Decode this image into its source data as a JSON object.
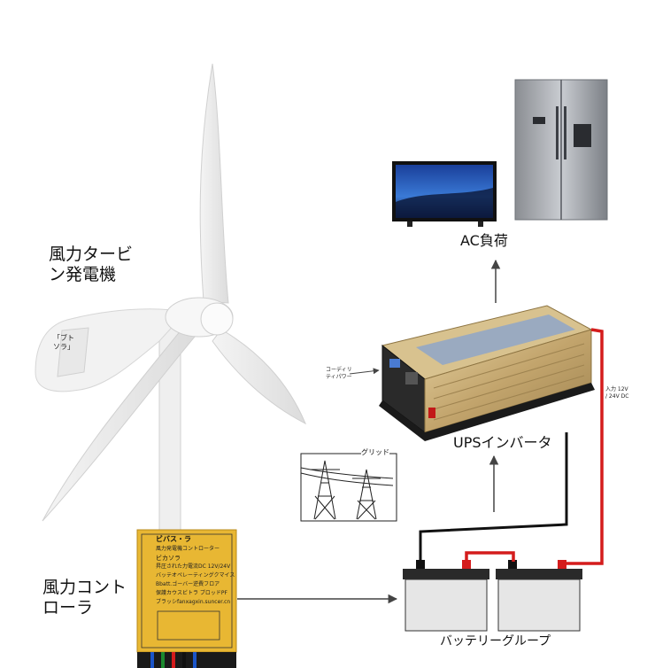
{
  "labels": {
    "turbine": "風力タービ\nン発電機",
    "blade_tag": "「ブト\nソラ」",
    "controller": "風力コント\nローラ",
    "ac_load": "AC負荷",
    "inverter": "UPSインバータ",
    "grid": "グリッド",
    "battery": "バッテリーグループ",
    "inverter_left": "コーディリ\nティパワー",
    "inverter_right": "入力 12V\n/ 24V DC"
  },
  "controller_panel": {
    "brand": "ビバス・ラ",
    "title": "風力発電機コントローター",
    "subtitle": "ビカソラ",
    "line1": "昇圧された力電流DC 12V/24V",
    "line2": "バッテオペレーティングクマイス",
    "line3": "Bbatt.ゴーバー逆費フロア",
    "line4": "保護カウスビトラ ブロッドPF",
    "line5": "ブラッシfanxagxin.suncer.cn"
  },
  "colors": {
    "wire_black": "#111111",
    "wire_red": "#d41c1c",
    "controller_gold": "#e8b733",
    "inverter_gold": "#c2a46c",
    "arrow": "#444444"
  }
}
